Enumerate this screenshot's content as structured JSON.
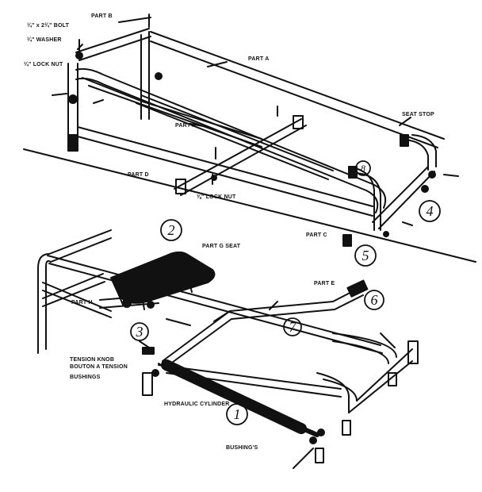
{
  "labels": {
    "part_b": "PART B",
    "bolt": "¼\" x 2¾\" BOLT",
    "washer": "¼\" WASHER",
    "lock_nut_top": "¼\" LOCK NUT",
    "part_a_top": "PART A",
    "part_a_mid": "PART A",
    "seat_stop": "SEAT STOP",
    "part_d": "PART D",
    "lock_nut_bottom": "⅜\" LOCK NUT",
    "part_c": "PART C",
    "part_g_seat": "PART G SEAT",
    "part_e": "PART E",
    "part_h": "PART H",
    "tension_knob": "TENSION KNOB",
    "bouton_tension": "BOUTON A TENSION",
    "bushings_left": "BUSHINGS",
    "hydraulic_cylinder": "HYDRAULIC CYLINDER",
    "bushings_right": "BUSHING'S"
  },
  "callouts": [
    "1",
    "2",
    "3",
    "4",
    "5",
    "6",
    "7",
    "8"
  ],
  "colors": {
    "ink": "#111111",
    "paper": "#ffffff"
  }
}
